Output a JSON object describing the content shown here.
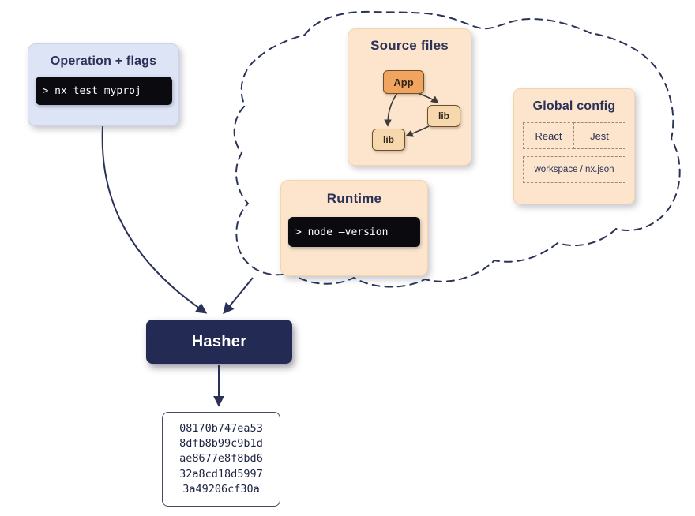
{
  "operation": {
    "title": "Operation + flags",
    "command": "> nx test myproj"
  },
  "source_files": {
    "title": "Source files",
    "nodes": [
      {
        "label": "App"
      },
      {
        "label": "lib"
      },
      {
        "label": "lib"
      }
    ]
  },
  "global_config": {
    "title": "Global config",
    "row_cells": [
      "React",
      "Jest"
    ],
    "wide_cell": "workspace / nx.json"
  },
  "runtime": {
    "title": "Runtime",
    "command": "> node –version"
  },
  "hasher": {
    "label": "Hasher"
  },
  "hash_output": {
    "lines": [
      "08170b747ea53",
      "8dfb8b99c9b1d",
      "ae8677e8f8bd6",
      "32a8cd18d5997",
      "3a49206cf30a"
    ]
  },
  "colors": {
    "navy": "#232b54",
    "stroke_navy": "#2b3258",
    "lavender": "#dde4f6",
    "peach": "#fce5cc",
    "orange_node": "#f1a45f",
    "lib_node": "#f7d7ae",
    "terminal_bg": "#0b0b0f",
    "hash_text": "#1c2240"
  }
}
